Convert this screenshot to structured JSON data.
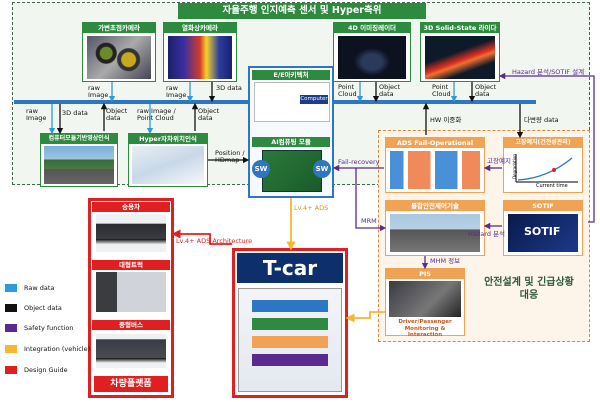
{
  "header_title": "자율주행 인지예측 센서 및 Hyper측위",
  "sensors": {
    "visible_camera": "가변초점카메라",
    "thermal_camera": "열화상카메라",
    "imaging_radar": "4D 이미징레이더",
    "solid_state_lidar": "3D Solid-State 라이다"
  },
  "modules": {
    "camera_module": "컴퓨터모듈기반영상인식",
    "hyper_positioning": "Hyper자차위치인식",
    "ee_architecture": "E/E아키텍처",
    "ai_computing": "AI컴퓨팅 모듈",
    "computer_chip": "Computer",
    "sw_left": "SW",
    "sw_right": "SW",
    "ads_fail_op": "ADS Fail-Operational",
    "degradation": "고장예지(건전성관리)",
    "integrated_safety": "통합안전제어기술",
    "sotif": "SOTIF",
    "pis": "PIS",
    "pis_caption": "Driver/Passenger Monitoring & Interaction",
    "safety_section": "안전설계 및 긴급상황 대응",
    "platform_title": "차량플랫폼",
    "tcar_title": "T-car"
  },
  "chart_labels": {
    "y": "Degradation",
    "x": "Current time"
  },
  "vehicles": {
    "sedan": "승용차",
    "truck": "대형트럭",
    "bus": "중형버스"
  },
  "arrows": {
    "raw_image_1": "raw Image",
    "raw_image_2": "raw Image",
    "data_3d_1": "3D data",
    "data_3d_2": "3D data",
    "object_data_1": "Object data",
    "object_data_2": "Object data",
    "object_data_3": "Object data",
    "object_data_4": "Object data",
    "object_data_5": "Object data",
    "point_cloud_1": "Point Cloud",
    "point_cloud_2": "Point Cloud",
    "raw_raw_image": "raw Image",
    "raw_point_cloud": "/ Point Cloud",
    "position_hdmap": "Position / HDmap",
    "hw_redundancy": "HW 이중화",
    "multi_data": "다변량 data",
    "hazard_sotif": "Hazard 분석/SOTIF 설계",
    "fail_recovery": "Fail-recovery",
    "fault_prediction": "고장예지",
    "mrm": "MRM",
    "hazard_analysis": "Hazard 분석",
    "mhm_info": "MHM 정보",
    "lv4_ads": "Lv.4+ ADS",
    "lv4_arch": "Lv.4+ ADS Architecture"
  },
  "legend": [
    {
      "label": "Raw data",
      "color": "#2d9bd8"
    },
    {
      "label": "Object data",
      "color": "#111111"
    },
    {
      "label": "Safety function",
      "color": "#5b2a8f"
    },
    {
      "label": "Integration (vehicle)",
      "color": "#f5b82e"
    },
    {
      "label": "Design Guide",
      "color": "#e02020"
    }
  ]
}
